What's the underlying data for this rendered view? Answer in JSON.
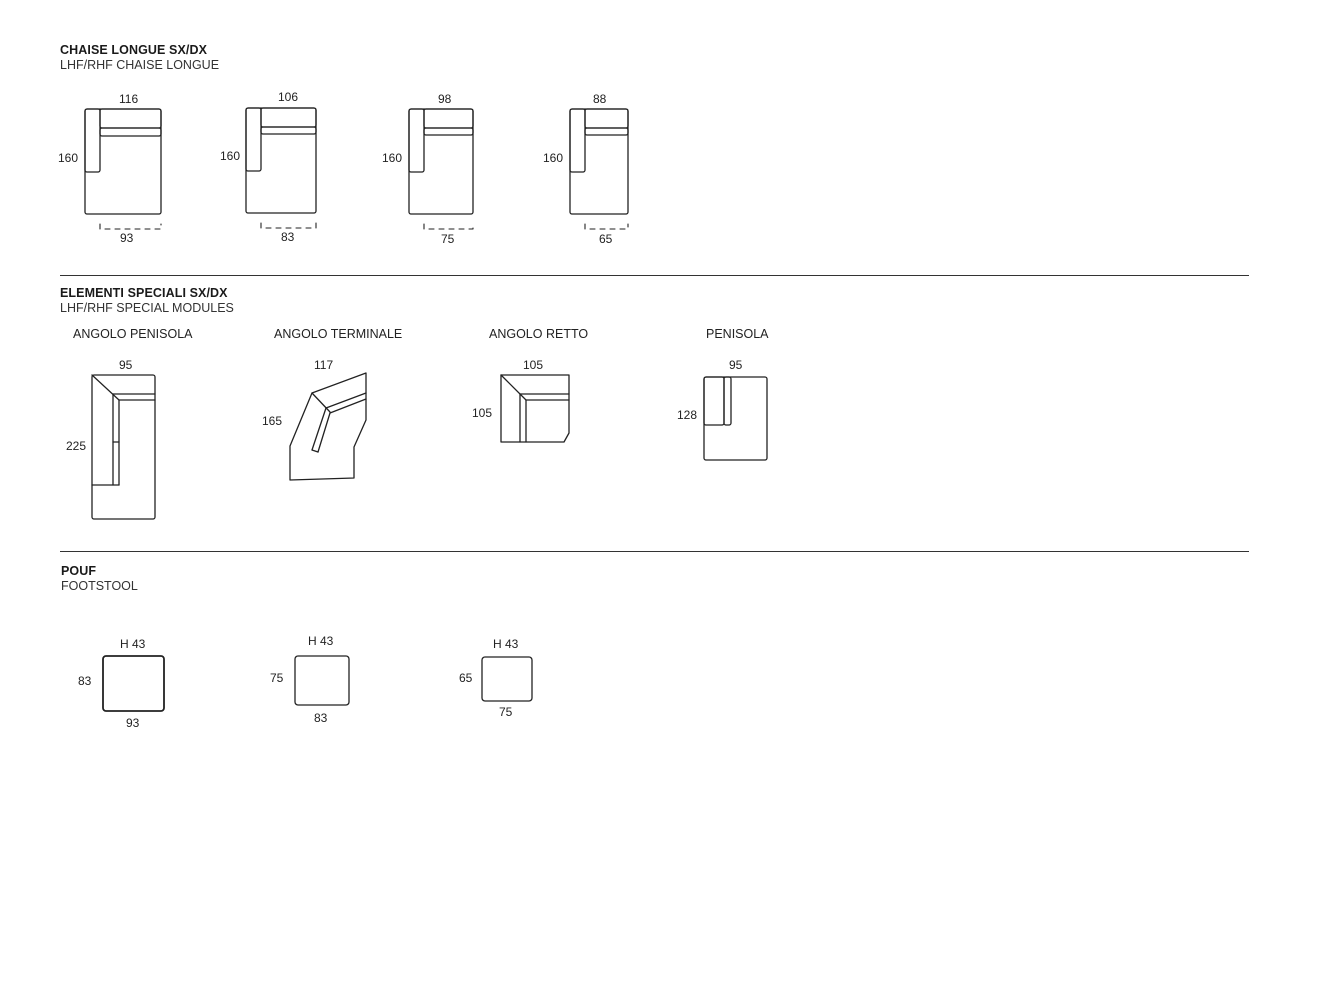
{
  "sections": {
    "chaise": {
      "title": "CHAISE LONGUE SX/DX",
      "subtitle": "LHF/RHF CHAISE LONGUE",
      "items": [
        {
          "width": "116",
          "depth": "160",
          "seat": "93"
        },
        {
          "width": "106",
          "depth": "160",
          "seat": "83"
        },
        {
          "width": "98",
          "depth": "160",
          "seat": "75"
        },
        {
          "width": "88",
          "depth": "160",
          "seat": "65"
        }
      ]
    },
    "special": {
      "title": "ELEMENTI SPECIALI SX/DX",
      "subtitle": "LHF/RHF SPECIAL MODULES",
      "items": [
        {
          "name": "ANGOLO PENISOLA",
          "width": "95",
          "depth": "225"
        },
        {
          "name": "ANGOLO TERMINALE",
          "width": "117",
          "depth": "165"
        },
        {
          "name": "ANGOLO RETTO",
          "width": "105",
          "depth": "105"
        },
        {
          "name": "PENISOLA",
          "width": "95",
          "depth": "128"
        }
      ]
    },
    "pouf": {
      "title": "POUF",
      "subtitle": "FOOTSTOOL",
      "items": [
        {
          "height": "H 43",
          "depth": "83",
          "width": "93"
        },
        {
          "height": "H 43",
          "depth": "75",
          "width": "83"
        },
        {
          "height": "H 43",
          "depth": "65",
          "width": "75"
        }
      ]
    }
  },
  "colors": {
    "line": "#222222",
    "background": "#ffffff"
  }
}
